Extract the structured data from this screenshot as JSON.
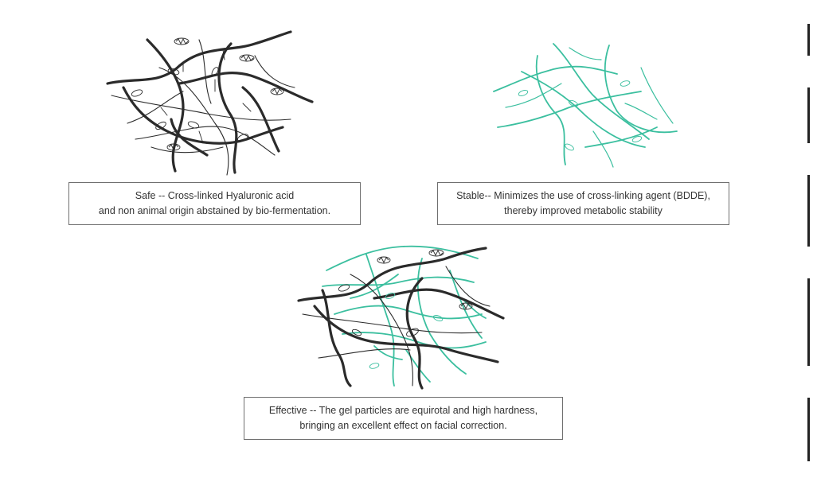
{
  "panels": {
    "safe": {
      "line1": "Safe -- Cross-linked Hyaluronic acid",
      "line2": "and non animal origin abstained by bio-fermentation.",
      "strand_color": "#2b2b2b"
    },
    "stable": {
      "line1": "Stable-- Minimizes the use of cross-linking agent (BDDE),",
      "line2": "thereby improved metabolic stability",
      "strand_color": "#3bbf9f"
    },
    "effective": {
      "line1": "Effective -- The gel particles are equirotal and high hardness,",
      "line2": "bringing an excellent effect on facial correction.",
      "strand_colors": [
        "#2b2b2b",
        "#3bbf9f"
      ]
    }
  },
  "icons": [
    "crosslink-coil-icon"
  ]
}
